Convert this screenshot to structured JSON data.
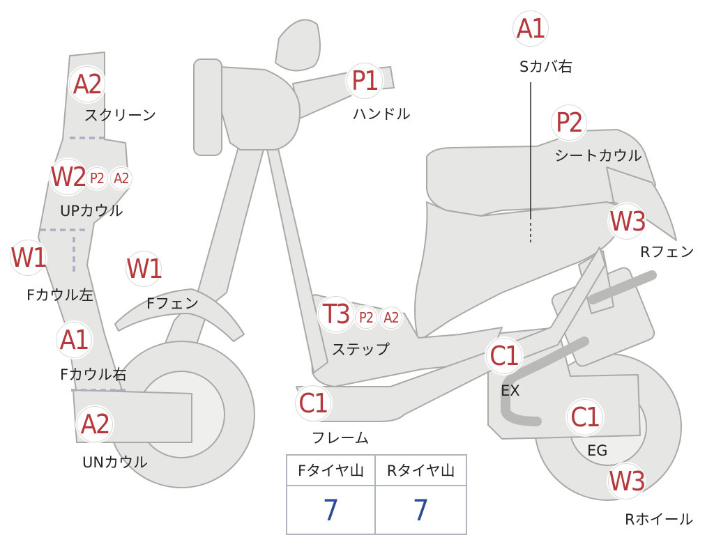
{
  "colors": {
    "body_fill": "#e6e6e4",
    "body_stroke": "#a9a9a7",
    "badge_text": "#b5383c",
    "table_value": "#2d4a94",
    "table_border": "#b0b4bc"
  },
  "parts": [
    {
      "id": "screen",
      "badges": [
        "A2"
      ],
      "label": "スクリーン"
    },
    {
      "id": "up-cowl",
      "badges": [
        "W2",
        "P2",
        "A2"
      ],
      "label": "UPカウル"
    },
    {
      "id": "f-cowl-left",
      "badges": [
        "W1"
      ],
      "label": "Fカウル左"
    },
    {
      "id": "f-fender",
      "badges": [
        "W1"
      ],
      "label": "Fフェン"
    },
    {
      "id": "f-cowl-right",
      "badges": [
        "A1"
      ],
      "label": "Fカウル右"
    },
    {
      "id": "un-cowl",
      "badges": [
        "A2"
      ],
      "label": "UNカウル"
    },
    {
      "id": "handle",
      "badges": [
        "P1"
      ],
      "label": "ハンドル"
    },
    {
      "id": "s-cover-right",
      "badges": [
        "A1"
      ],
      "label": "Sカバ右"
    },
    {
      "id": "seat-cowl",
      "badges": [
        "P2"
      ],
      "label": "シートカウル"
    },
    {
      "id": "r-fender",
      "badges": [
        "W3"
      ],
      "label": "Rフェン"
    },
    {
      "id": "step",
      "badges": [
        "T3",
        "P2",
        "A2"
      ],
      "label": "ステップ"
    },
    {
      "id": "exhaust",
      "badges": [
        "C1"
      ],
      "label": "EX"
    },
    {
      "id": "frame",
      "badges": [
        "C1"
      ],
      "label": "フレーム"
    },
    {
      "id": "engine",
      "badges": [
        "C1"
      ],
      "label": "EG"
    },
    {
      "id": "r-wheel",
      "badges": [
        "W3"
      ],
      "label": "Rホイール"
    }
  ],
  "tire_table": {
    "headers": [
      "Fタイヤ山",
      "Rタイヤ山"
    ],
    "values": [
      "7",
      "7"
    ]
  }
}
